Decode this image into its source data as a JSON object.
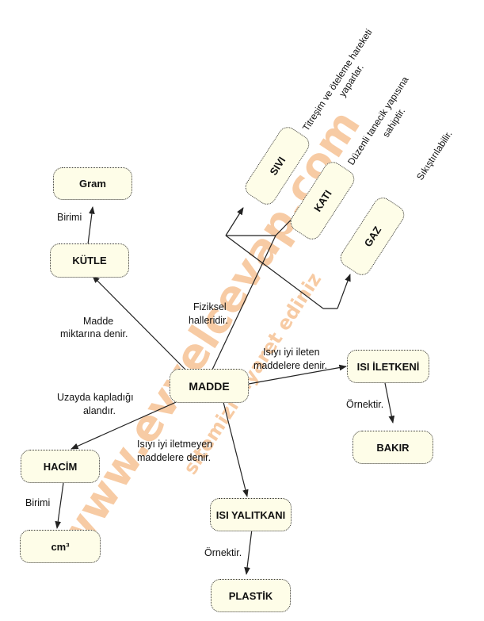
{
  "watermark": {
    "main": "www.evvelcevap.com",
    "sub": "sitemizi ziyaret ediniz",
    "color": "#f2a25a"
  },
  "nodes": {
    "madde": "MADDE",
    "kutle": "KÜTLE",
    "gram": "Gram",
    "hacim": "HACİM",
    "cm3": "cm³",
    "isi_iletkeni": "ISI İLETKENİ",
    "bakir": "BAKIR",
    "isi_yalitkani": "ISI YALITKANI",
    "plastik": "PLASTİK",
    "sivi": "SIVI",
    "kati": "KATI",
    "gaz": "GAZ"
  },
  "edge_labels": {
    "kutle_birimi": "Birimi",
    "hacim_birimi": "Birimi",
    "madde_miktari_1": "Madde",
    "madde_miktari_2": "miktarına denir.",
    "uzayda_1": "Uzayda kapladığı",
    "uzayda_2": "alandır.",
    "fiziksel_1": "Fiziksel",
    "fiziksel_2": "halleridir.",
    "iyi_ileten_1": "Isıyı iyi ileten",
    "iyi_ileten_2": "maddelere denir.",
    "iyi_iletmeyen_1": "Isıyı iyi iletmeyen",
    "iyi_iletmeyen_2": "maddelere denir.",
    "ornektir_1": "Örnektir.",
    "ornektir_2": "Örnektir."
  },
  "state_notes": {
    "sivi_1": "Titreşim ve öteleme hareketi",
    "sivi_2": "yaparlar.",
    "kati_1": "Düzenli tanecik yapısına",
    "kati_2": "sahiptir.",
    "gaz_1": "Sıkıştırılabilir."
  }
}
